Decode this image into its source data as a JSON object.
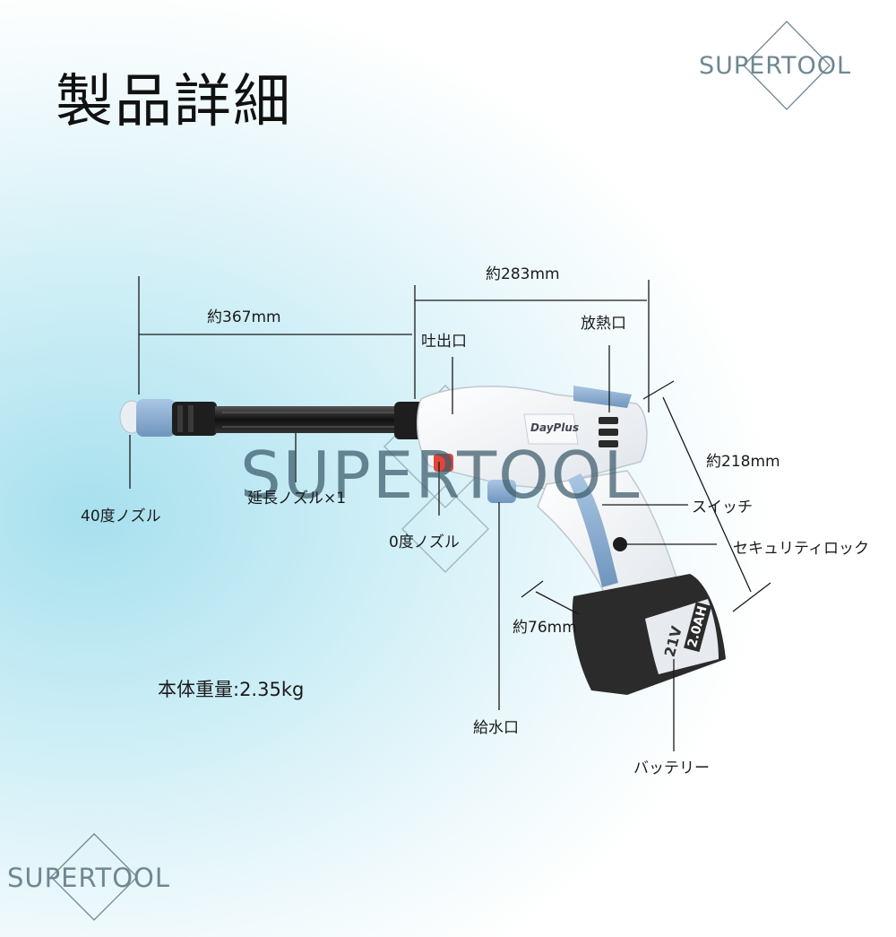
{
  "page": {
    "title": "製品詳細",
    "weight": "本体重量:2.35kg"
  },
  "logos": {
    "top_right": "SUPERTOOL",
    "bottom_left": "SUPERTOOL",
    "watermark": "SUPERTOOL"
  },
  "product": {
    "brand": "DayPlus",
    "battery_voltage": "21V",
    "battery_capacity": "2.0AH"
  },
  "dimensions": {
    "total_length": "約367mm",
    "body_length": "約283mm",
    "height": "約218mm",
    "grip_width": "約76mm"
  },
  "callouts": {
    "outlet": "吐出口",
    "vent": "放熱口",
    "nozzle_40": "40度ノズル",
    "extension": "延長ノズル×1",
    "nozzle_0": "0度ノズル",
    "switch": "スイッチ",
    "safety_lock": "セキュリティロック",
    "water_inlet": "給水口",
    "battery": "バッテリー"
  },
  "colors": {
    "accent_blue": "#8fb3d6",
    "body_white": "#f3f5f8",
    "battery_black": "#2b2b2b",
    "nozzle_red": "#e0463c"
  }
}
